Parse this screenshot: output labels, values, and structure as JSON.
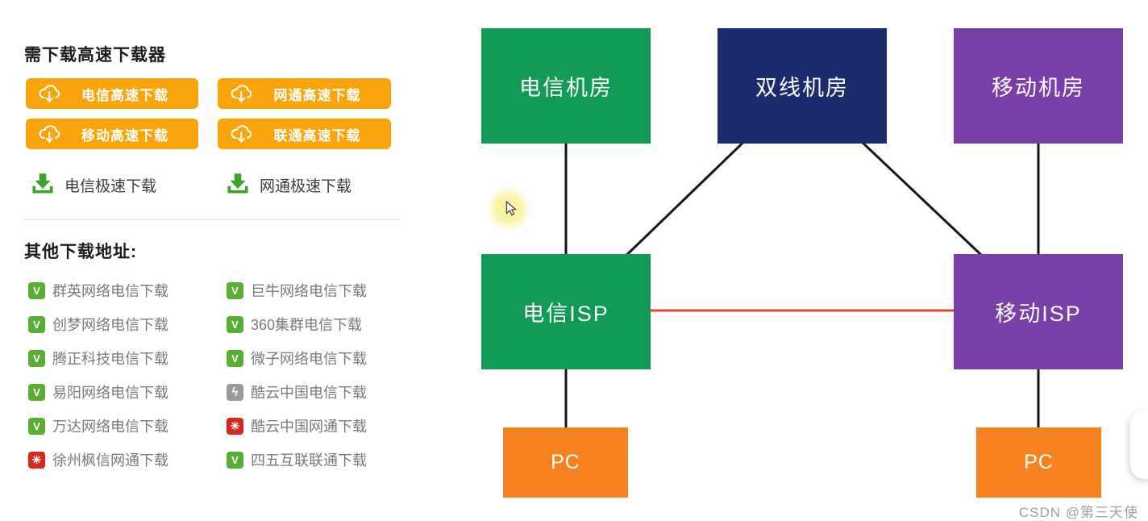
{
  "downloader": {
    "title": "需下载高速下载器",
    "buttons": [
      {
        "label": "电信高速下载",
        "icon": "cloud-download-icon"
      },
      {
        "label": "网通高速下载",
        "icon": "cloud-download-icon"
      },
      {
        "label": "移动高速下载",
        "icon": "cloud-download-icon"
      },
      {
        "label": "联通高速下载",
        "icon": "cloud-download-icon"
      }
    ],
    "express_links": [
      {
        "label": "电信极速下载",
        "icon": "download-tray-icon"
      },
      {
        "label": "网通极速下载",
        "icon": "download-tray-icon"
      }
    ]
  },
  "other_downloads": {
    "title": "其他下载地址:",
    "items": [
      {
        "label": "群英网络电信下载",
        "icon": "v-badge-green"
      },
      {
        "label": "巨牛网络电信下载",
        "icon": "v-badge-green"
      },
      {
        "label": "创梦网络电信下载",
        "icon": "v-badge-green"
      },
      {
        "label": "360集群电信下载",
        "icon": "v-badge-green"
      },
      {
        "label": "腾正科技电信下载",
        "icon": "v-badge-green"
      },
      {
        "label": "微子网络电信下载",
        "icon": "v-badge-green"
      },
      {
        "label": "易阳网络电信下载",
        "icon": "v-badge-green"
      },
      {
        "label": "酷云中国电信下载",
        "icon": "lightning-gray"
      },
      {
        "label": "万达网络电信下载",
        "icon": "v-badge-green"
      },
      {
        "label": "酷云中国网通下载",
        "icon": "knot-red"
      },
      {
        "label": "徐州枫信网通下载",
        "icon": "knot-red"
      },
      {
        "label": "四五互联联通下载",
        "icon": "v-badge-green"
      }
    ]
  },
  "diagram": {
    "nodes": {
      "telecom_room": {
        "label": "电信机房",
        "color": "#119B57"
      },
      "dual_room": {
        "label": "双线机房",
        "color": "#1B2C6E"
      },
      "mobile_room": {
        "label": "移动机房",
        "color": "#7B3FA8"
      },
      "telecom_isp": {
        "label": "电信ISP",
        "color": "#119B57"
      },
      "mobile_isp": {
        "label": "移动ISP",
        "color": "#7B3FA8"
      },
      "pc_left": {
        "label": "PC",
        "color": "#F5821F"
      },
      "pc_right": {
        "label": "PC",
        "color": "#F5821F"
      }
    },
    "edge_colors": {
      "normal": "#141414",
      "cross_isp_link": "#E8402E"
    }
  },
  "watermark": "CSDN @第三天使",
  "colors": {
    "button_orange": "#F9A40B",
    "pc_orange": "#F5821F",
    "room_green": "#119B57",
    "room_navy": "#1B2C6E",
    "room_purple": "#7B3FA8",
    "red_line": "#E8402E",
    "link_text": "#7A7A7A",
    "watermark_gray": "#9E9E9E"
  }
}
